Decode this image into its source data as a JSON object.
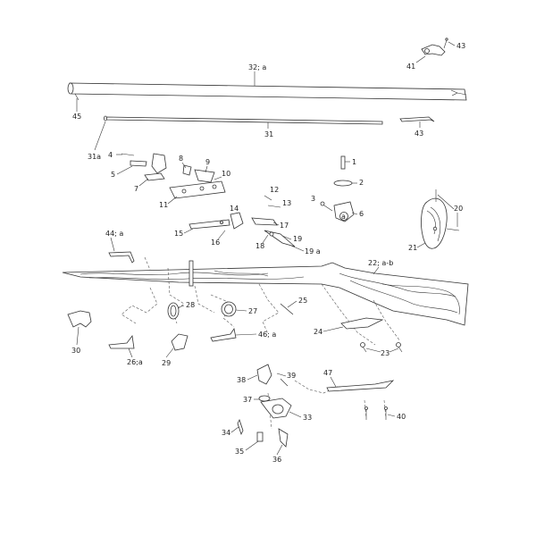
{
  "labels": {
    "p1": "1",
    "p2": "2",
    "p3": "3",
    "p4": "4",
    "p5": "5",
    "p6": "6",
    "p7": "7",
    "p8": "8",
    "p9": "9",
    "p10": "10",
    "p11": "11",
    "p12": "12",
    "p13": "13",
    "p14": "14",
    "p15": "15",
    "p16": "16",
    "p17": "17",
    "p18": "18",
    "p19": "19",
    "p19a": "19 a",
    "p20": "20",
    "p21": "21",
    "p22ab": "22; a-b",
    "p23": "23",
    "p24": "24",
    "p25": "25",
    "p26a": "26;a",
    "p27": "27",
    "p28": "28",
    "p29": "29",
    "p30": "30",
    "p31": "31",
    "p31a": "31a",
    "p32a": "32; a",
    "p33": "33",
    "p34": "34",
    "p35": "35",
    "p36": "36",
    "p37": "37",
    "p38": "38",
    "p39": "39",
    "p40": "40",
    "p41": "41",
    "p43top": "43",
    "p43": "43",
    "p44a": "44; a",
    "p45": "45",
    "p46a": "46; a",
    "p47": "47",
    "a": "a"
  }
}
